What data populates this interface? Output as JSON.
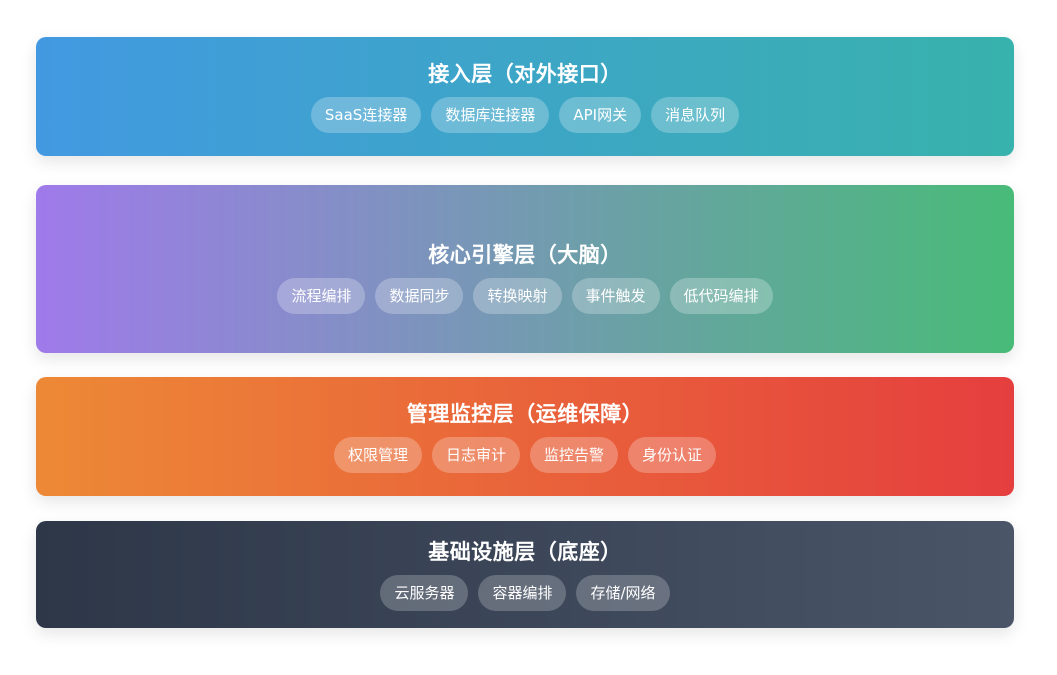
{
  "layers": [
    {
      "title": "接入层（对外接口）",
      "tags": [
        "SaaS连接器",
        "数据库连接器",
        "API网关",
        "消息队列"
      ]
    },
    {
      "title": "核心引擎层（大脑）",
      "tags": [
        "流程编排",
        "数据同步",
        "转换映射",
        "事件触发",
        "低代码编排"
      ]
    },
    {
      "title": "管理监控层（运维保障）",
      "tags": [
        "权限管理",
        "日志审计",
        "监控告警",
        "身份认证"
      ]
    },
    {
      "title": "基础设施层（底座）",
      "tags": [
        "云服务器",
        "容器编排",
        "存储/网络"
      ]
    }
  ]
}
